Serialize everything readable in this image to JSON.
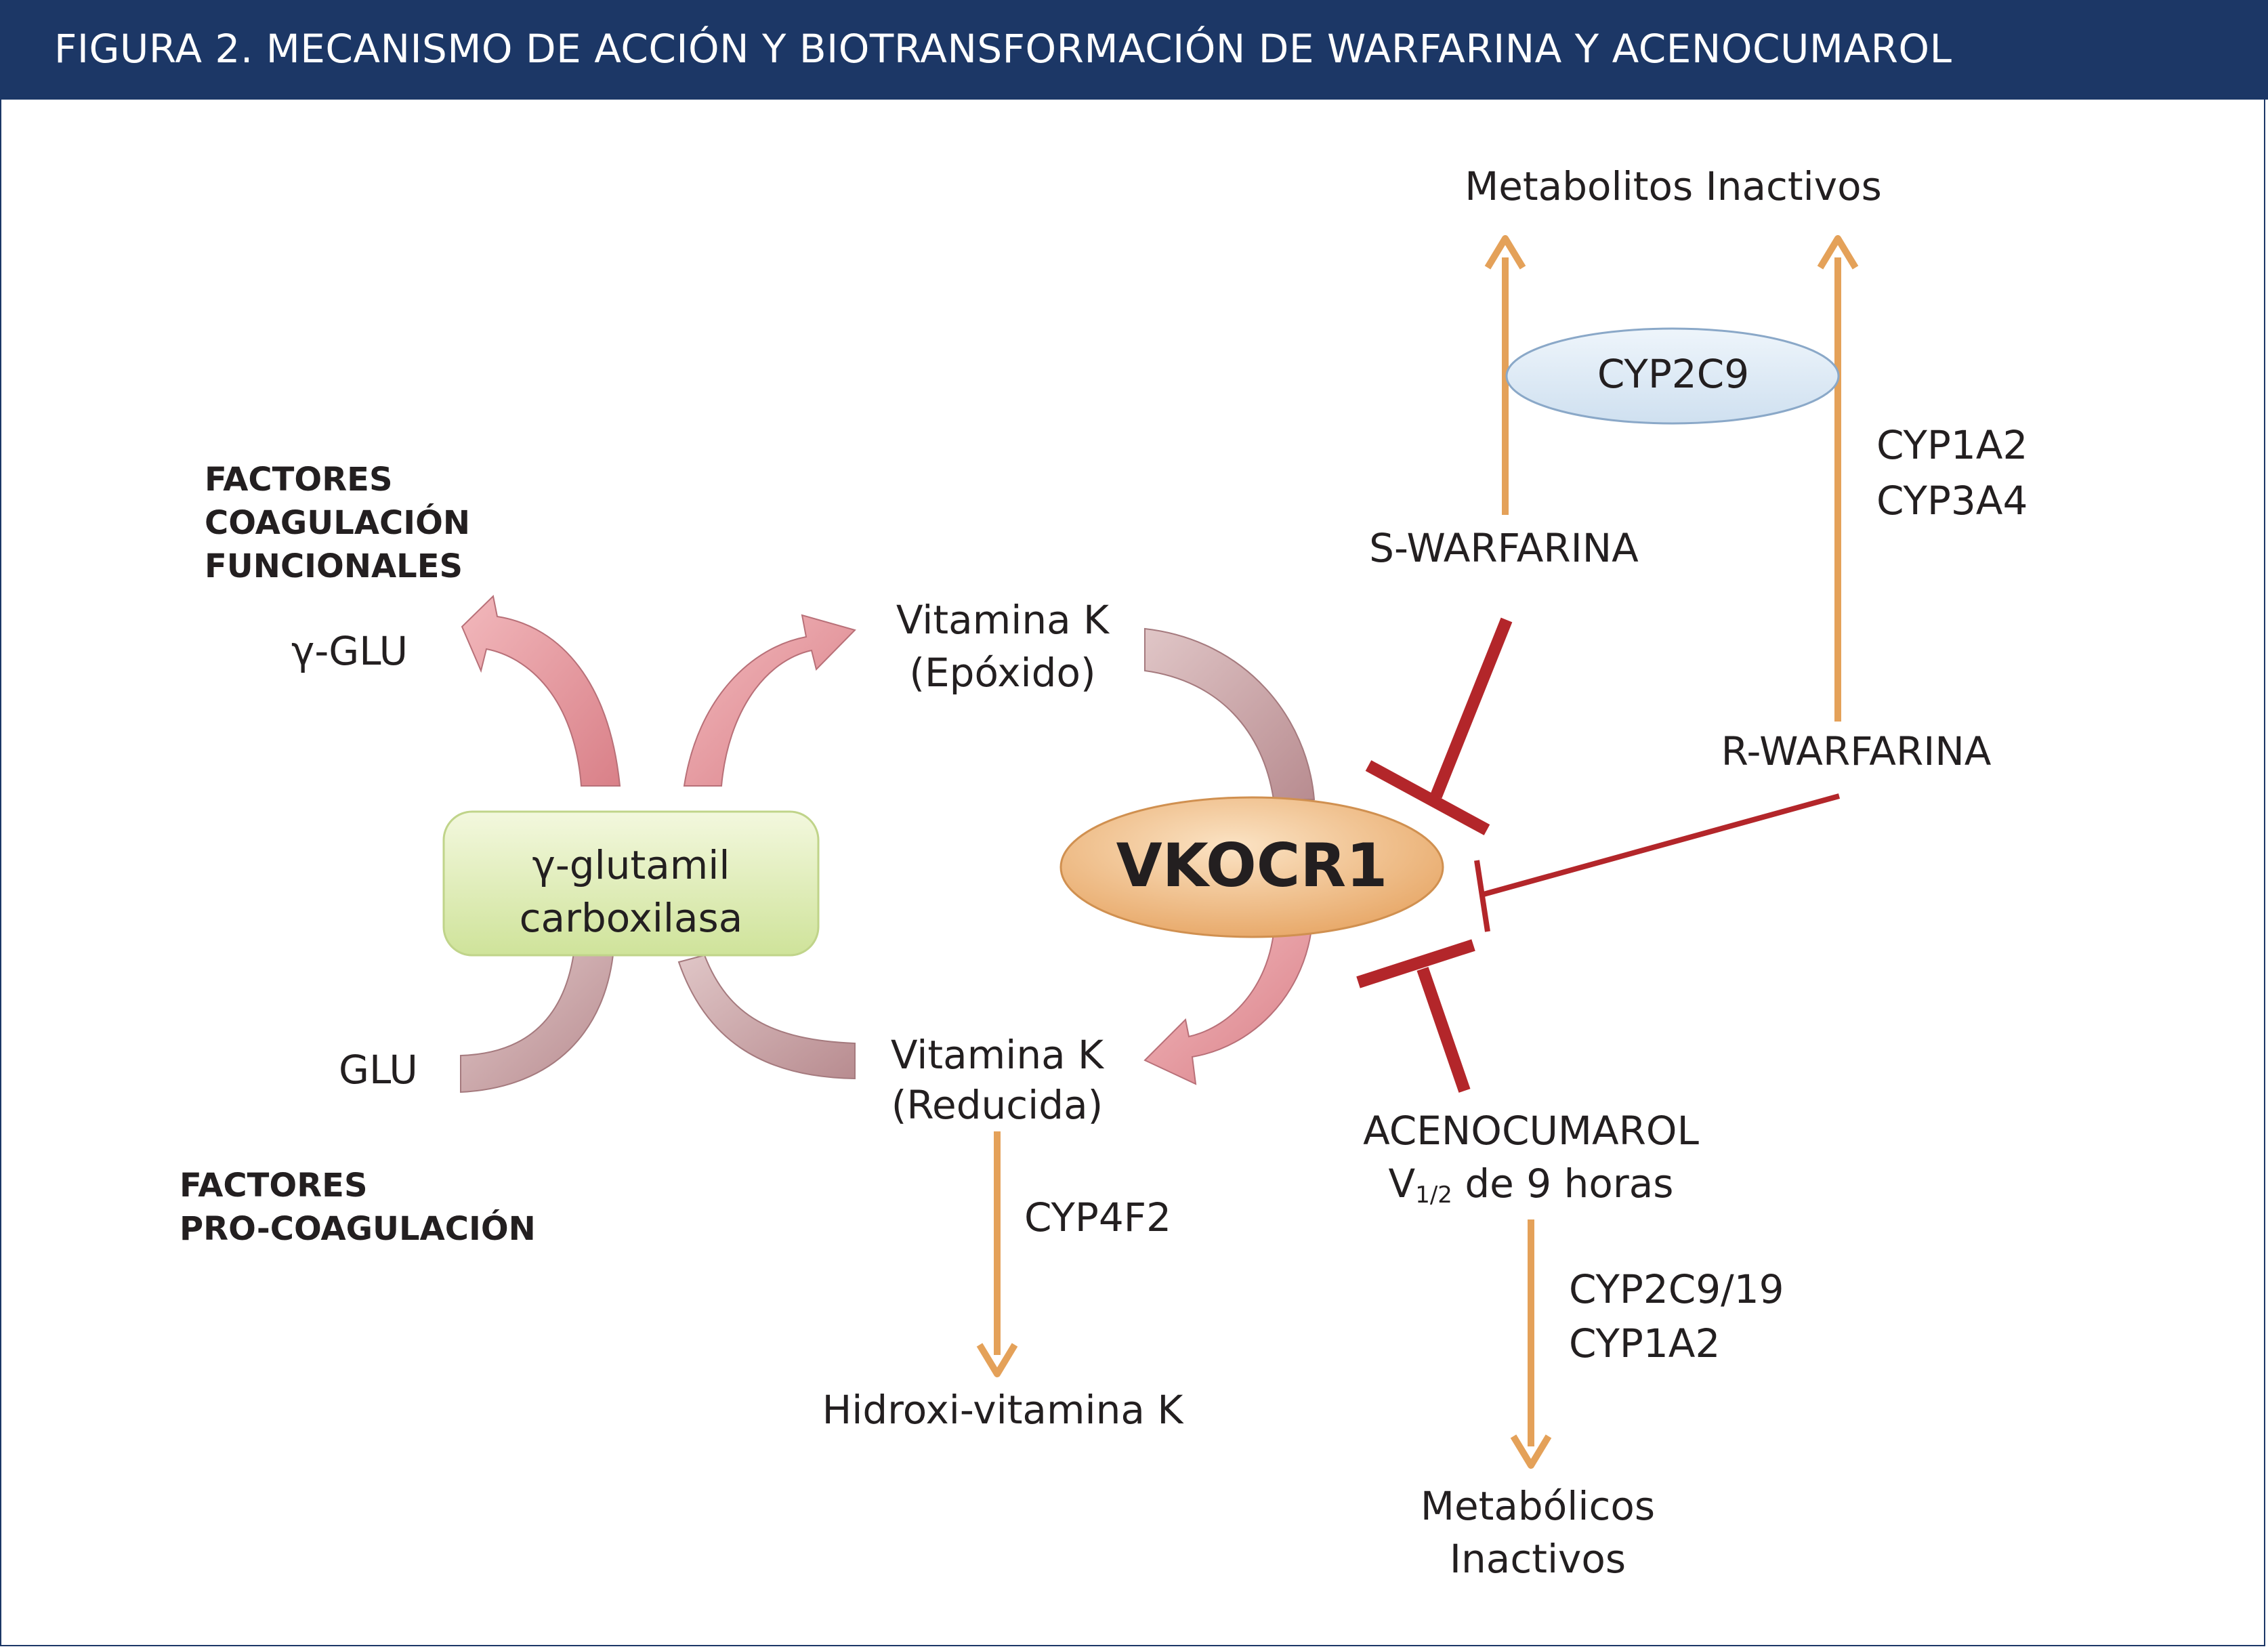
{
  "header": {
    "title": "FIGURA 2. MECANISMO DE ACCIÓN Y BIOTRANSFORMACIÓN DE WARFARINA Y ACENOCUMAROL"
  },
  "labels": {
    "metabolitos_inactivos": "Metabolitos Inactivos",
    "cyp2c9": "CYP2C9",
    "cyp1a2": "CYP1A2",
    "cyp3a4": "CYP3A4",
    "s_warfarina": "S-WARFARINA",
    "r_warfarina": "R-WARFARINA",
    "factores_funcionales": [
      "FACTORES",
      "COAGULACIÓN",
      "FUNCIONALES"
    ],
    "gamma_glu": "γ-GLU",
    "vitamina_k_epoxido": [
      "Vitamina K",
      "(Epóxido)"
    ],
    "carboxilasa": [
      "γ-glutamil",
      "carboxilasa"
    ],
    "vkocr1": "VKOCR1",
    "glu": "GLU",
    "vitamina_k_reducida": [
      "Vitamina K",
      "(Reducida)"
    ],
    "factores_pro": [
      "FACTORES",
      "PRO-COAGULACIÓN"
    ],
    "cyp4f2": "CYP4F2",
    "hidroxi_vitamina_k": "Hidroxi-vitamina K",
    "acenocumarol": "ACENOCUMAROL",
    "v_half_main": "V",
    "v_half_sub": "1/2",
    "v_half_rest": " de 9 horas",
    "cyp2c9_19": "CYP2C9/19",
    "cyp1a2_b": "CYP1A2",
    "metabolicos_inactivos": [
      "Metabólicos",
      "Inactivos"
    ]
  },
  "colors": {
    "header": "#1c3766",
    "orange_arrow": "#e4a159",
    "inhibit_red": "#b3262a",
    "pink_arrow": "#e89aa0",
    "mauve_arrow": "#c9a7a9",
    "carboxilasa_fill": "#e3efc0",
    "vkocr1_fill": "#f0c08a",
    "cyp2c9_fill": "#dce9f5"
  }
}
